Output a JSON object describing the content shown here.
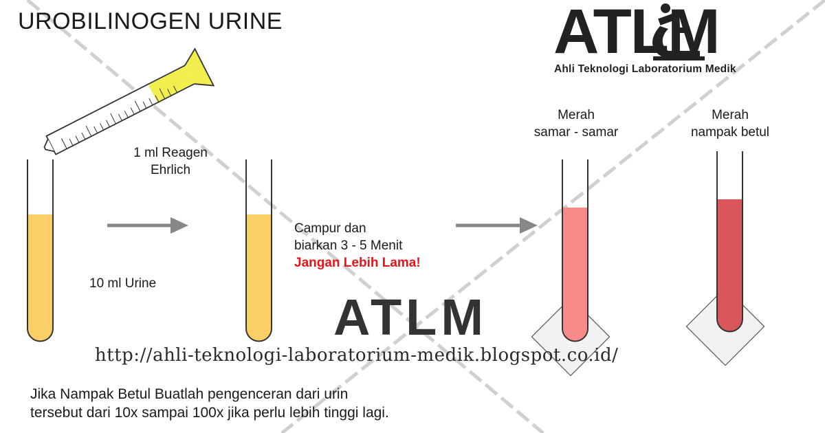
{
  "title": "UROBILINOGEN URINE",
  "logo": {
    "wordmark": "ATLM",
    "subtitle": "Ahli Teknologi Laboratorium Medik"
  },
  "steps": {
    "reagent_label_line1": "1 ml Reagen",
    "reagent_label_line2": "Ehrlich",
    "urine_label": "10 ml Urine",
    "mix_line1": "Campur dan",
    "mix_line2": "biarkan 3 - 5 Menit",
    "warning": "Jangan Lebih Lama!"
  },
  "results": [
    {
      "line1": "Merah",
      "line2": "samar - samar",
      "color": "#f98a8a"
    },
    {
      "line1": "Merah",
      "line2": "nampak betul",
      "color": "#d9565b"
    }
  ],
  "colors": {
    "urine": "#fbcf68",
    "reagent": "#f1ee4e",
    "arrow": "#888888"
  },
  "watermark": {
    "text": "ATLM",
    "url": "http://ahli-teknologi-laboratorium-medik.blogspot.co.id/"
  },
  "note": {
    "line1": "Jika Nampak Betul Buatlah pengenceran dari urin",
    "line2": "tersebut dari 10x sampai 100x jika perlu lebih tinggi lagi."
  }
}
